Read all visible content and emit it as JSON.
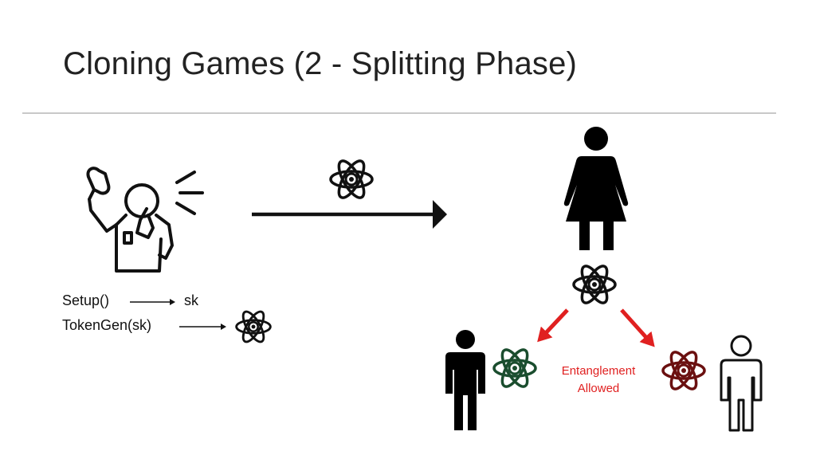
{
  "slide": {
    "title": "Cloning Games (2 - Splitting Phase)"
  },
  "labels": {
    "setup": "Setup()",
    "sk": "sk",
    "tokengen": "TokenGen(sk)",
    "entanglement_line1": "Entanglement",
    "entanglement_line2": "Allowed"
  },
  "icons": {
    "referee": "referee-whistle-icon",
    "atom": "atom-icon",
    "woman": "woman-icon",
    "man_filled": "man-icon",
    "man_outline": "man-outline-icon"
  },
  "colors": {
    "accent_red": "#e02020",
    "atom_green": "#1a4d2e",
    "atom_darkred": "#6b1010",
    "ink": "#111111"
  }
}
